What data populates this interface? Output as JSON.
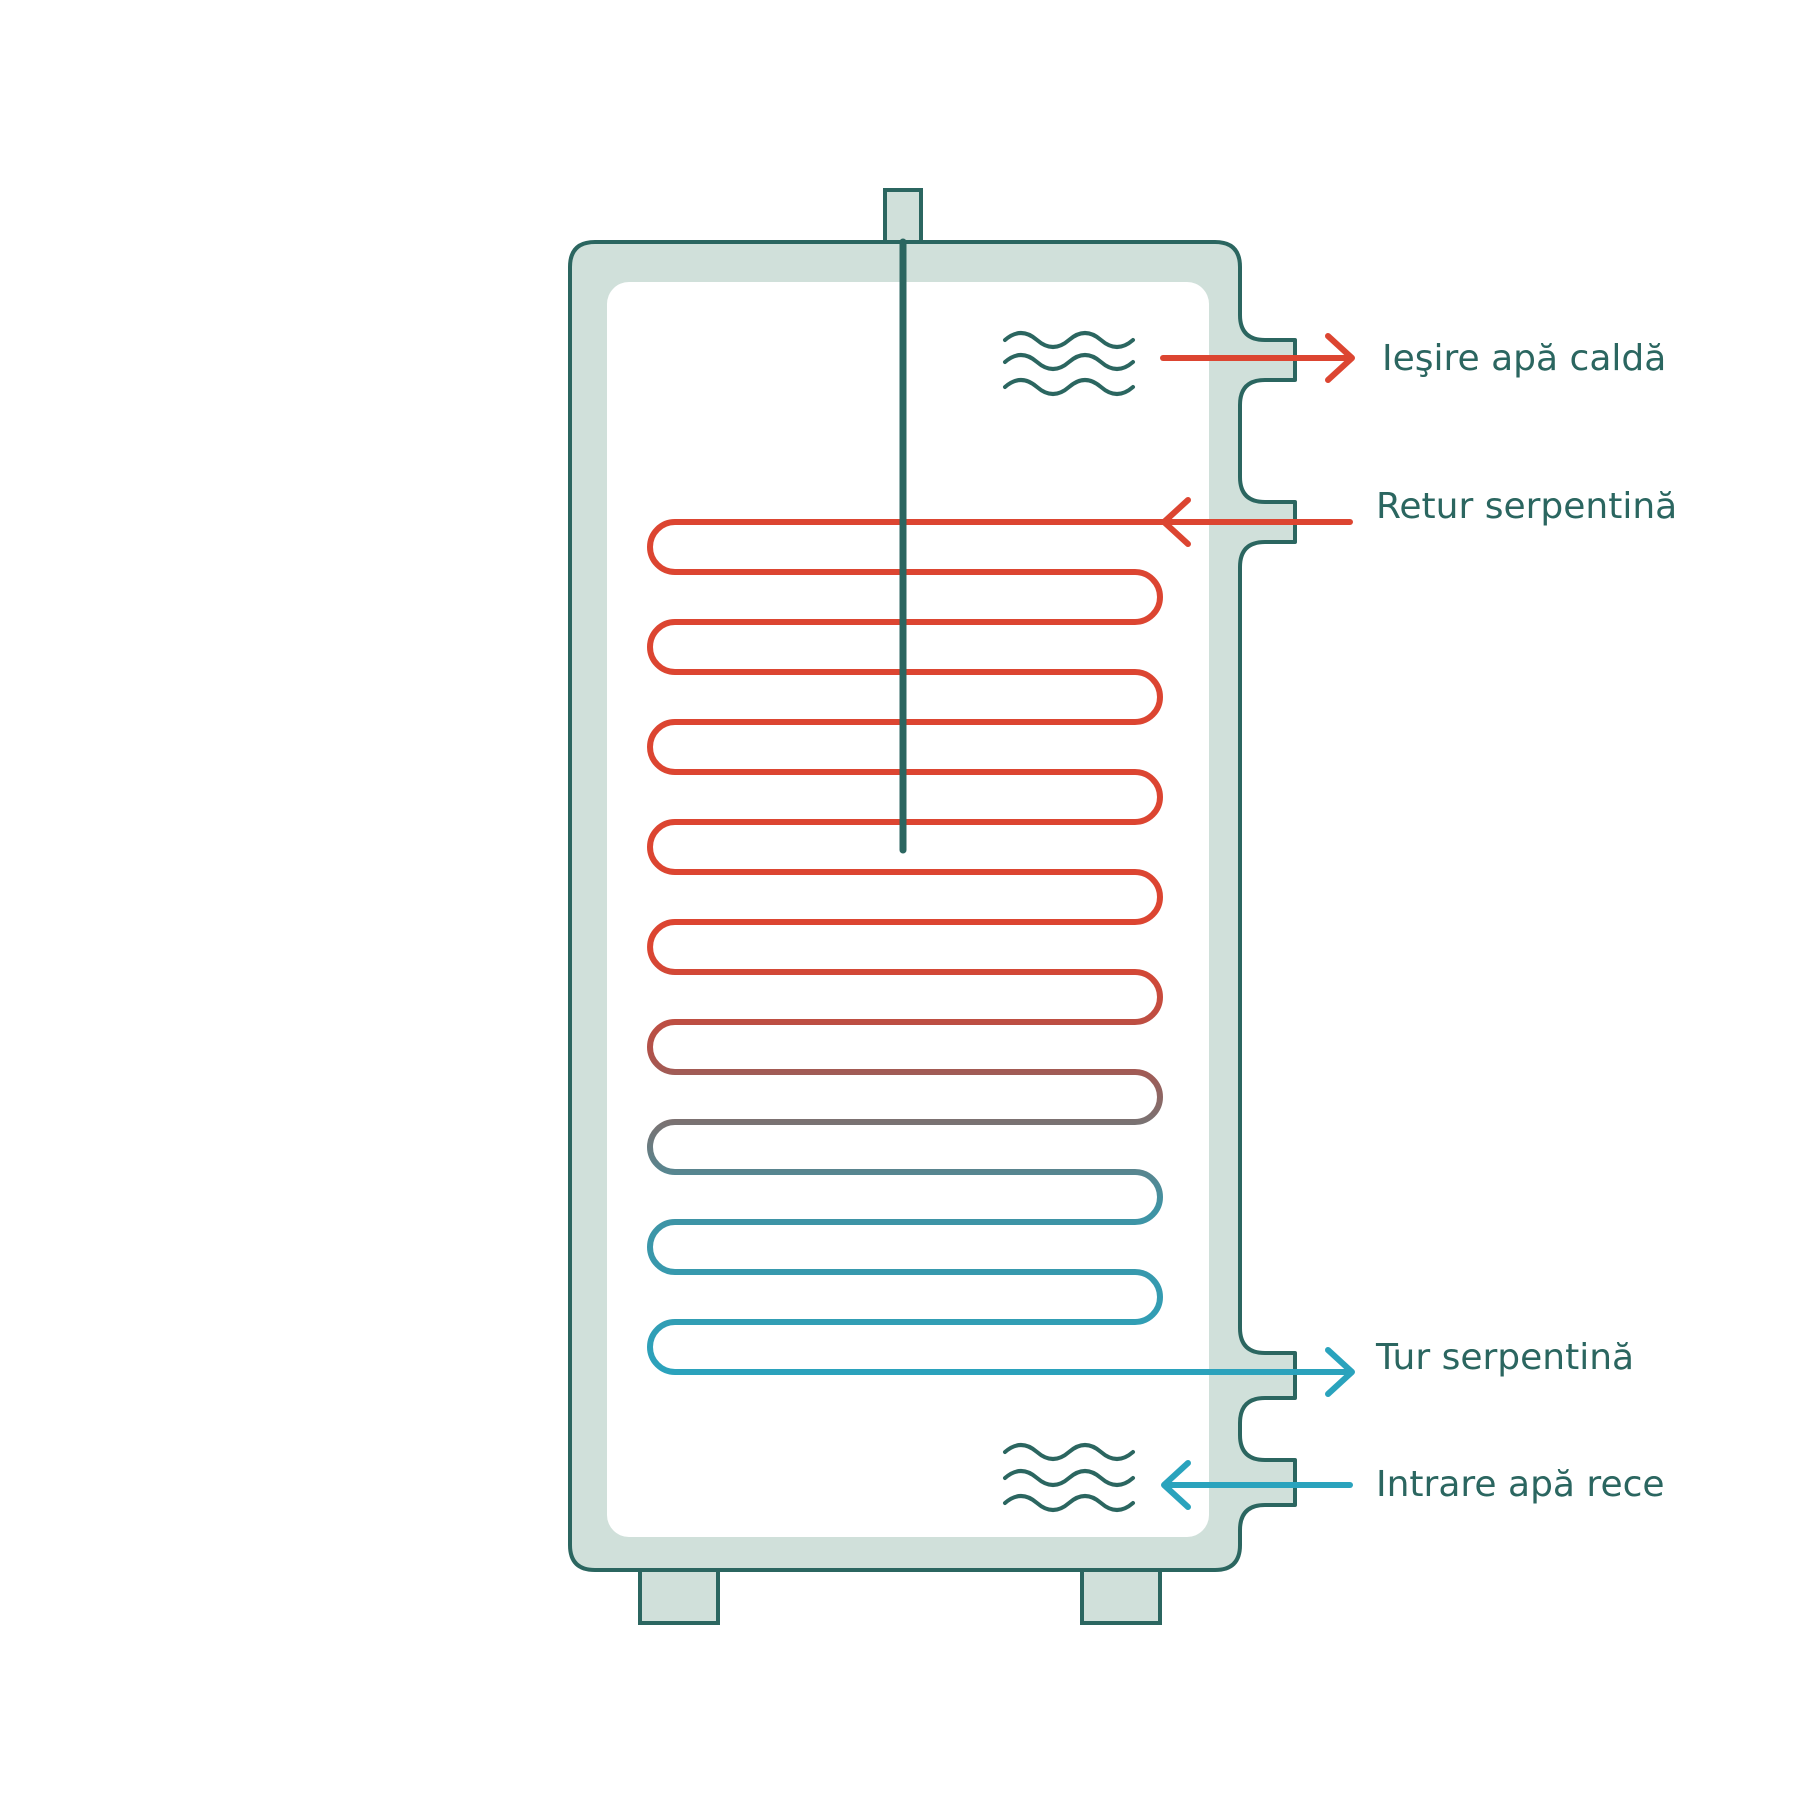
{
  "labels": {
    "hot_water_out": "Ieşire apă caldă",
    "coil_return": "Retur serpentină",
    "coil_flow": "Tur serpentină",
    "cold_water_in": "Intrare apă rece"
  },
  "colors": {
    "outline": "#2b6660",
    "tank_fill": "#d0e0da",
    "tank_inner": "#ffffff",
    "hot": "#dc4531",
    "cold": "#2aa3bd",
    "text": "#2b6660"
  },
  "icons": {
    "top_waves": "hot-water-waves-icon",
    "bottom_waves": "cold-water-waves-icon"
  }
}
